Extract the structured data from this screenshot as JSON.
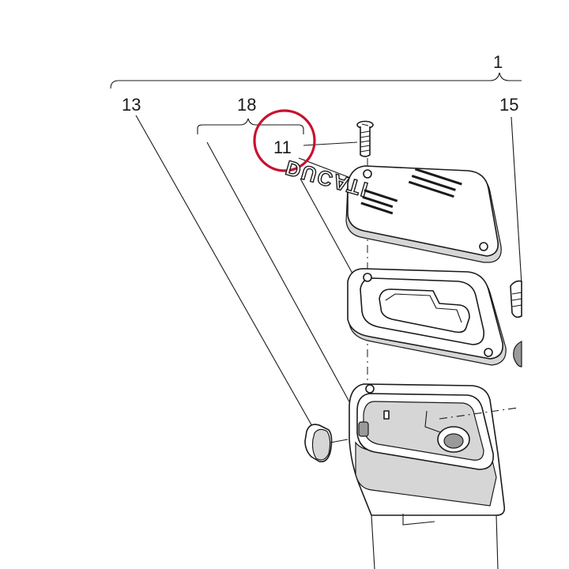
{
  "labels": {
    "assembly": "1",
    "part_13": "13",
    "part_18": "18",
    "part_11": "11",
    "part_15": "15"
  },
  "highlight": {
    "part": "11",
    "color": "#c8102e"
  },
  "logo": "DUCATI"
}
